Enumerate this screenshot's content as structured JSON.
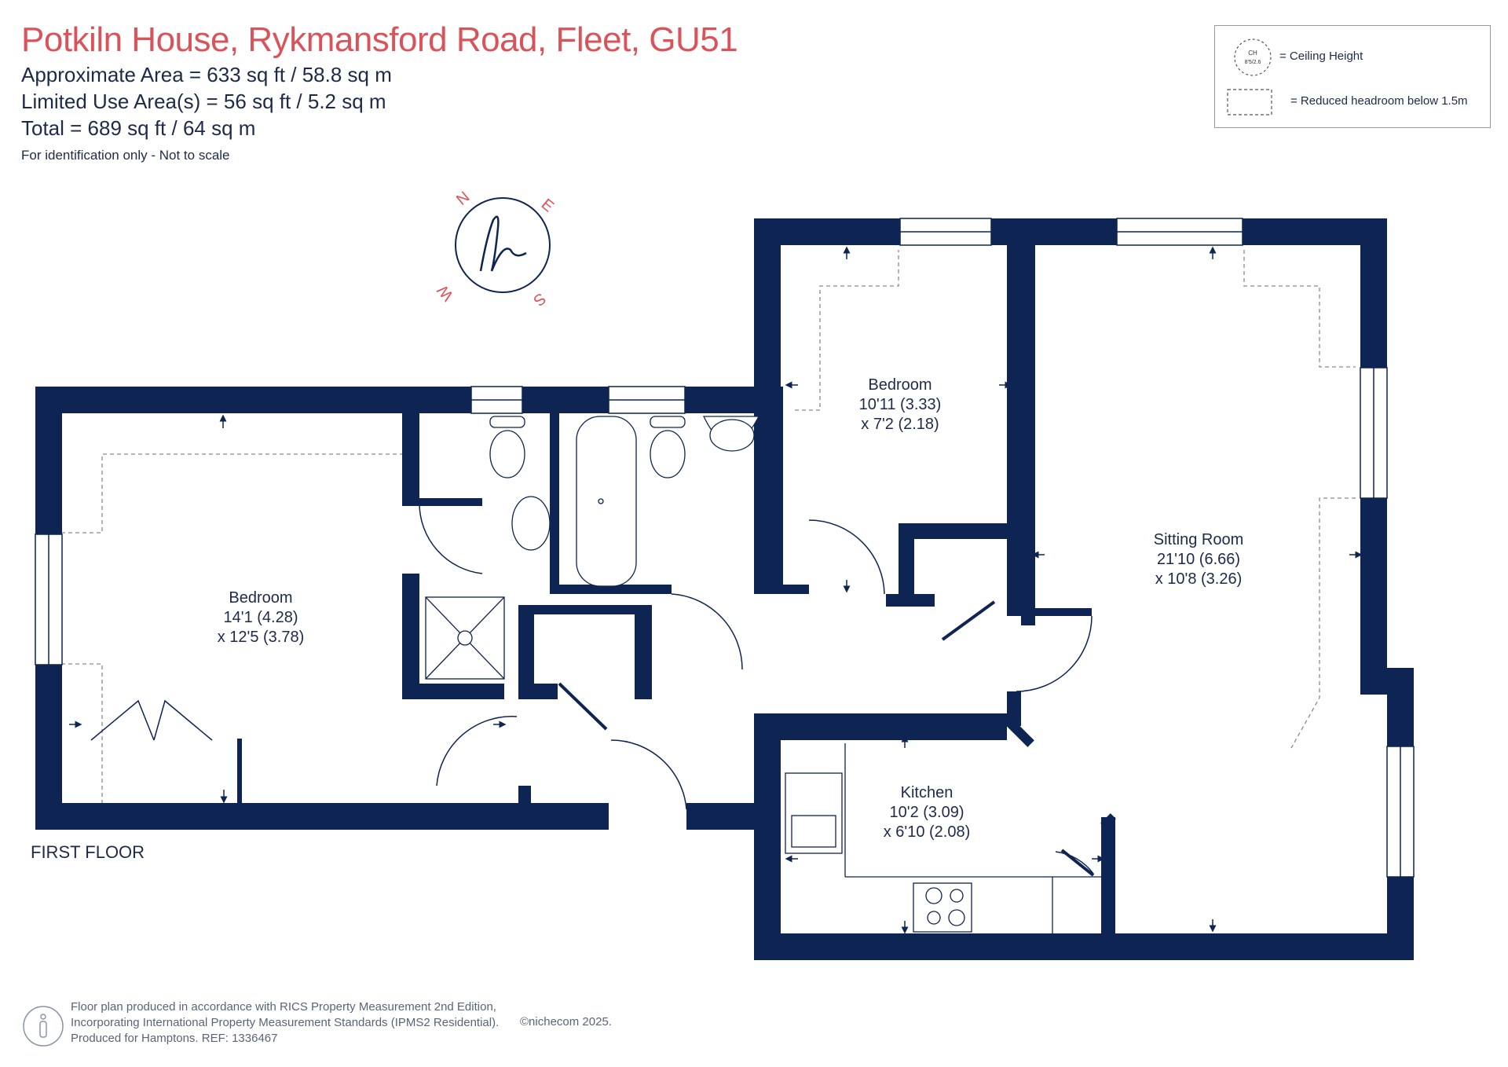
{
  "header": {
    "title": "Potkiln House, Rykmansford Road, Fleet, GU51",
    "approx_area": "Approximate Area = 633 sq ft / 58.8 sq m",
    "limited_use": "Limited Use Area(s) = 56 sq ft / 5.2 sq m",
    "total": "Total = 689 sq ft / 64 sq m",
    "disclaimer": "For identification only - Not to scale"
  },
  "legend": {
    "ceiling_symbol_top": "CH",
    "ceiling_symbol_value": "8'5/2.6",
    "ceiling_label": "= Ceiling Height",
    "reduced_label": "= Reduced headroom below 1.5m"
  },
  "compass": {
    "n": "N",
    "e": "E",
    "s": "S",
    "w": "W",
    "logo": "h"
  },
  "rooms": {
    "bedroom1": {
      "name": "Bedroom",
      "dim1": "14'1 (4.28)",
      "dim2": "x 12'5 (3.78)"
    },
    "bedroom2": {
      "name": "Bedroom",
      "dim1": "10'11 (3.33)",
      "dim2": "x 7'2 (2.18)"
    },
    "sitting": {
      "name": "Sitting Room",
      "dim1": "21'10 (6.66)",
      "dim2": "x 10'8 (3.26)"
    },
    "kitchen": {
      "name": "Kitchen",
      "dim1": "10'2 (3.09)",
      "dim2": "x 6'10 (2.08)"
    }
  },
  "floor_label": "FIRST FLOOR",
  "footer": {
    "line1": "Floor plan produced in accordance with RICS Property Measurement 2nd Edition,",
    "line2": "Incorporating International Property Measurement Standards (IPMS2 Residential).",
    "line3": "Produced for Hamptons.   REF:  1336467",
    "copyright": "©nichecom 2025."
  },
  "colors": {
    "wall": "#0e2452",
    "accent": "#d9545a",
    "text": "#1e2a4a"
  }
}
